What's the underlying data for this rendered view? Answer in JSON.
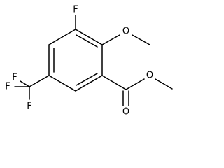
{
  "molecule": {
    "atoms": {
      "fluoro_top": "F",
      "methoxy_oxygen": "O",
      "trifluoromethyl_f_top": "F",
      "trifluoromethyl_f_left": "F",
      "trifluoromethyl_f_bottom": "F",
      "ester_carbonyl_oxygen": "O",
      "ester_ether_oxygen": "O"
    }
  }
}
